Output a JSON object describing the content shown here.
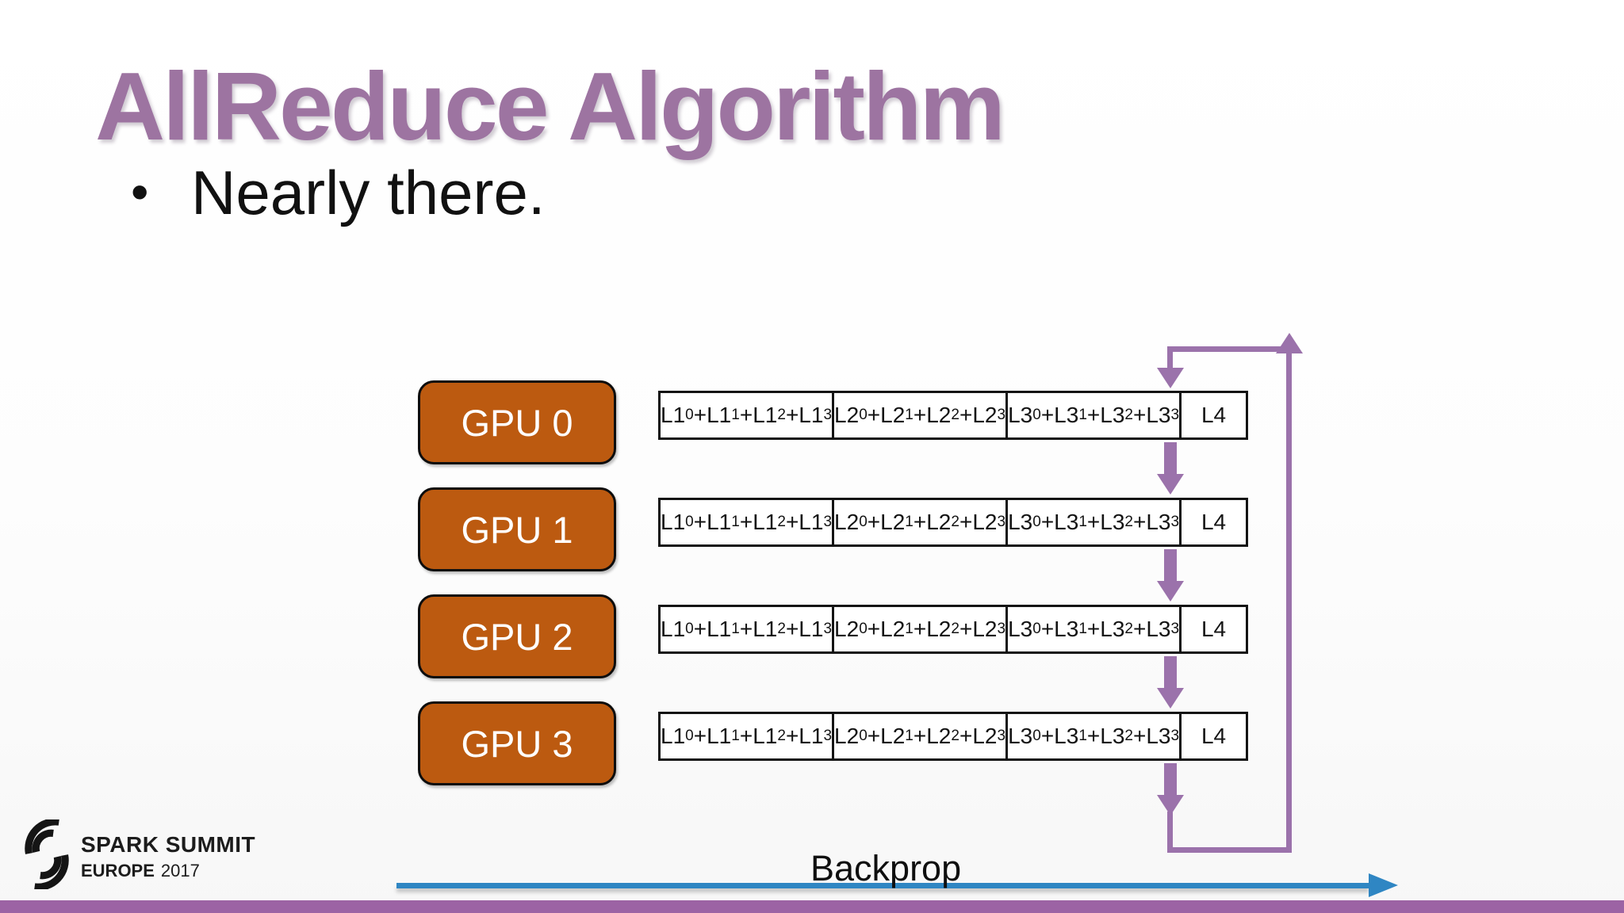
{
  "slide": {
    "title": "AllReduce Algorithm",
    "bullet_marker": "•",
    "bullet": "Nearly there.",
    "backprop_label": "Backprop"
  },
  "gpus": [
    {
      "label": "GPU 0",
      "cells": [
        "L1₀+L1₁+L1₂+L1₃",
        "L2₀+L2₁+L2₂+L2₃",
        "L3₀+L3₁+L3₂+L3₃",
        "L4"
      ]
    },
    {
      "label": "GPU 1",
      "cells": [
        "L1₀+L1₁+L1₂+L1₃",
        "L2₀+L2₁+L2₂+L2₃",
        "L3₀+L3₁+L3₂+L3₃",
        "L4"
      ]
    },
    {
      "label": "GPU 2",
      "cells": [
        "L1₀+L1₁+L1₂+L1₃",
        "L2₀+L2₁+L2₂+L2₃",
        "L3₀+L3₁+L3₂+L3₃",
        "L4"
      ]
    },
    {
      "label": "GPU 3",
      "cells": [
        "L1₀+L1₁+L1₂+L1₃",
        "L2₀+L2₁+L2₂+L2₃",
        "L3₀+L3₁+L3₂+L3₃",
        "L4"
      ]
    }
  ],
  "footer": {
    "brand_line1": "SPARK SUMMIT",
    "brand_line2_bold": "EUROPE",
    "brand_line2_regular": "2017"
  },
  "colors": {
    "title_purple": "#9d74a1",
    "arrow_purple": "#9b72ab",
    "bar_purple": "#9c63a4",
    "gpu_orange": "#bc5a10",
    "backprop_blue": "#2f86c3"
  }
}
